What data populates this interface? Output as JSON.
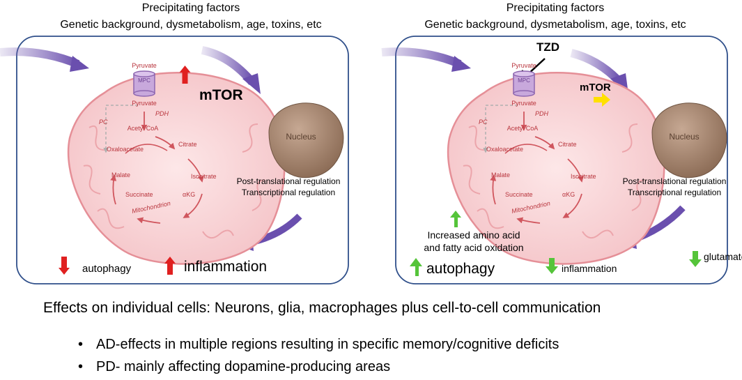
{
  "colors": {
    "panel_border": "#2f4f8a",
    "arrow_purple": "#7b62b5",
    "up_red": "#e02020",
    "up_green": "#55c43a",
    "neutral_yellow": "#ffe000",
    "mito_fill": "#f7d2d4",
    "mito_edge": "#e58f97",
    "mito_text": "#b8343c",
    "nucleus": "#9b7a62"
  },
  "panels": [
    {
      "header_line1": "Precipitating factors",
      "header_line2": "Genetic background, dysmetabolism, age, toxins, etc",
      "mito": {
        "pyruvate_top": "Pyruvate",
        "mpc": "MPC",
        "pyruvate": "Pyruvate",
        "pdh": "PDH",
        "pc": "PC",
        "acetyl_coa": "Acetyl CoA",
        "citrate": "Citrate",
        "oxaloacetate": "Oxaloacetate",
        "malate": "Malate",
        "isocitrate": "Isocitrate",
        "succinate": "Succinate",
        "akg": "αKG",
        "mitochondrion": "Mitochondrion"
      },
      "mtor": "mTOR",
      "nucleus": "Nucleus",
      "regulation_1": "Post-translational regulation",
      "regulation_2": "Transcriptional regulation",
      "autophagy": "autophagy",
      "inflammation": "inflammation"
    },
    {
      "header_line1": "Precipitating factors",
      "header_line2": "Genetic background, dysmetabolism, age, toxins, etc",
      "tzd": "TZD",
      "mito": {
        "pyruvate_top": "Pyruvate",
        "mpc": "MPC",
        "pyruvate": "Pyruvate",
        "pdh": "PDH",
        "pc": "PC",
        "acetyl_coa": "Acetyl CoA",
        "citrate": "Citrate",
        "oxaloacetate": "Oxaloacetate",
        "malate": "Malate",
        "isocitrate": "Isocitrate",
        "succinate": "Succinate",
        "akg": "αKG",
        "mitochondrion": "Mitochondrion"
      },
      "mtor": "mTOR",
      "nucleus": "Nucleus",
      "regulation_1": "Post-translational regulation",
      "regulation_2": "Transcriptional regulation",
      "oxidation_1": "Increased amino acid",
      "oxidation_2": "and fatty acid oxidation",
      "autophagy": "autophagy",
      "inflammation": "inflammation",
      "glutamate": "glutamate"
    }
  ],
  "footer": {
    "effects": "Effects on individual cells:  Neurons, glia, macrophages plus cell-to-cell communication",
    "bullets": [
      "AD-effects in multiple regions resulting in specific memory/cognitive deficits",
      "PD- mainly affecting dopamine-producing areas"
    ]
  }
}
